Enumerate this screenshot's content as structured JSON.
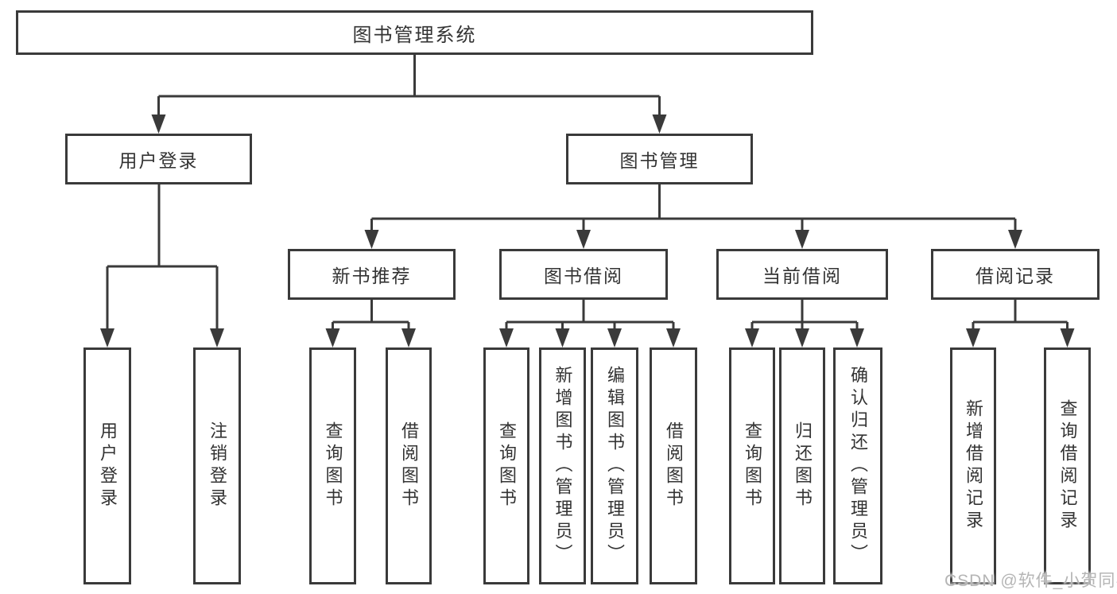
{
  "diagram": {
    "title": "图书管理系统",
    "level2": [
      "用户登录",
      "图书管理"
    ],
    "level3": [
      "新书推荐",
      "图书借阅",
      "当前借阅",
      "借阅记录"
    ],
    "leaves": [
      [
        "用户登录",
        "注销登录"
      ],
      [
        "查询图书",
        "借阅图书"
      ],
      [
        "查询图书",
        "新增图书（管理员）",
        "编辑图书（管理员）",
        "借阅图书"
      ],
      [
        "查询图书",
        "归还图书",
        "确认归还（管理员）"
      ],
      [
        "新增借阅记录",
        "查询借阅记录"
      ]
    ],
    "watermark": "CSDN @软件_小贺同学",
    "colors": {
      "line": "#3a3a3a",
      "text": "#333333",
      "watermark": "#b5b5b5",
      "background": "#ffffff"
    }
  }
}
